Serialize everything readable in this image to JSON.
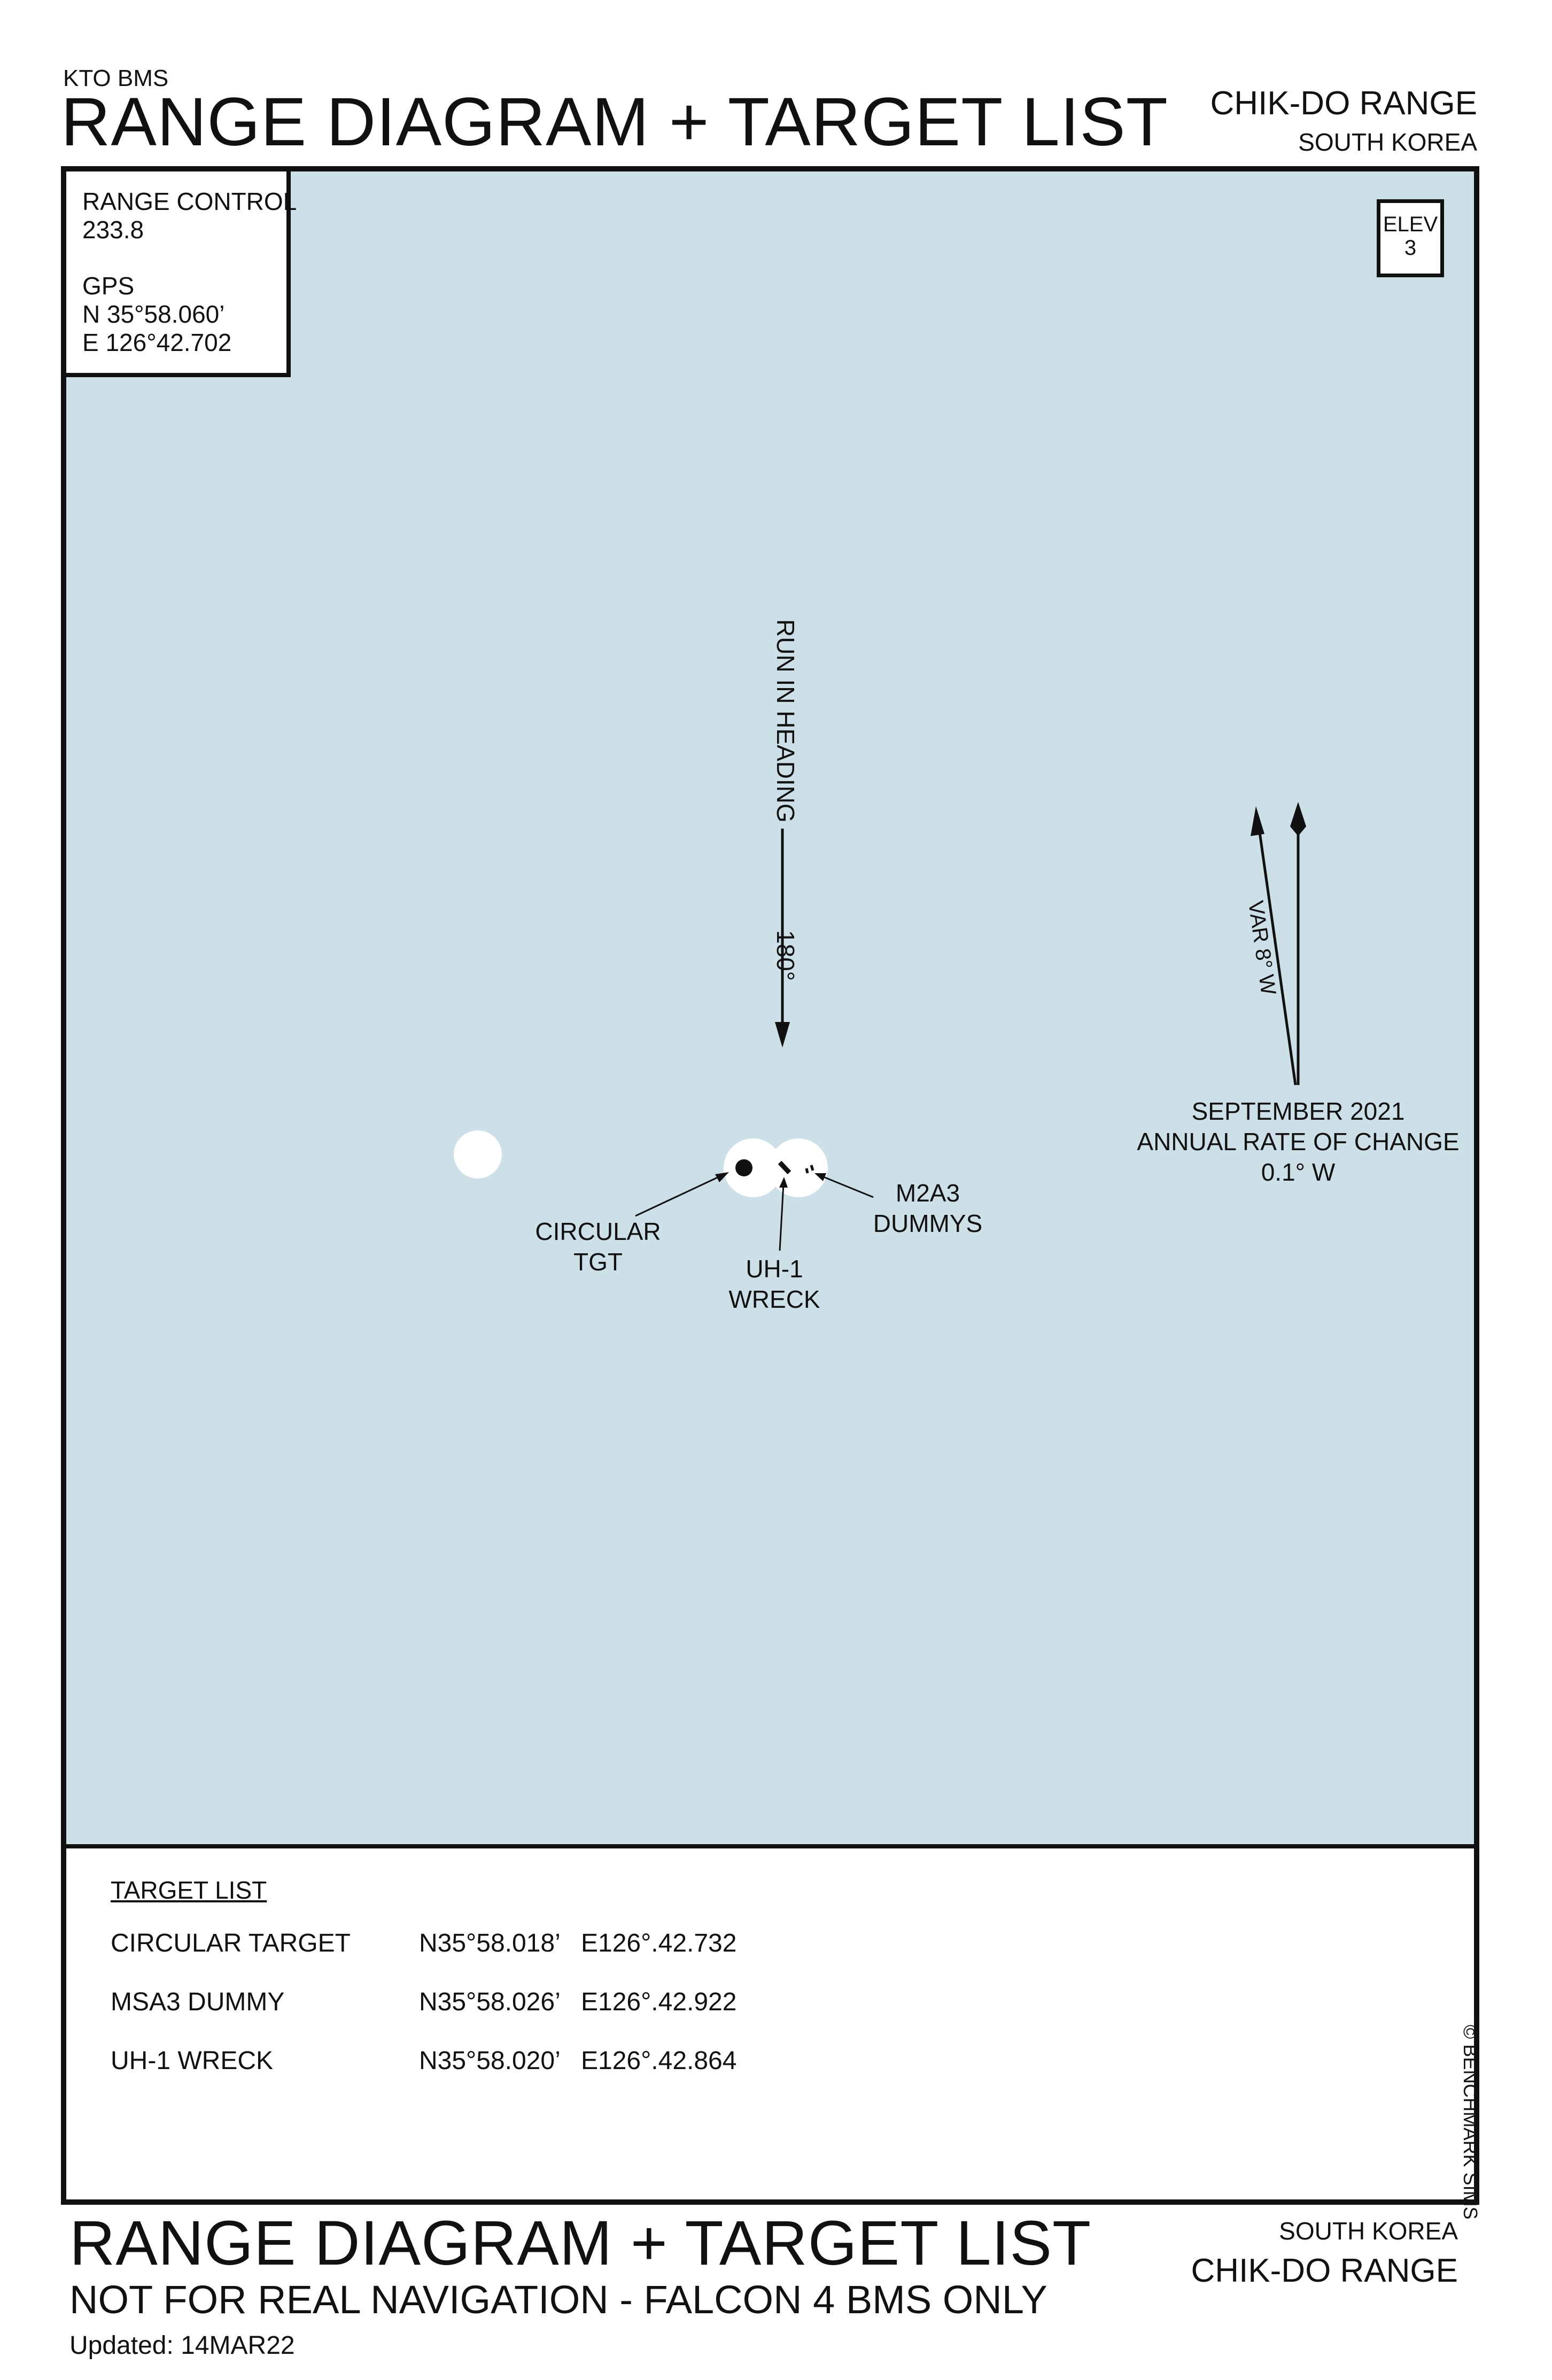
{
  "header": {
    "organization": "KTO BMS",
    "title": "RANGE DIAGRAM + TARGET LIST",
    "range_name": "CHIK-DO RANGE",
    "country": "SOUTH KOREA"
  },
  "range_control": {
    "label": "RANGE CONTROL",
    "frequency": "233.8",
    "gps_label": "GPS",
    "gps_lat": "N 35°58.060’",
    "gps_lon": "E  126°42.702"
  },
  "elevation": {
    "label": "ELEV",
    "value": "3"
  },
  "run_in": {
    "label": "RUN IN HEADING",
    "heading": "180°"
  },
  "magnetic_variation": {
    "label": "VAR 8° W",
    "variation_deg": 8,
    "date_line": "SEPTEMBER 2021",
    "rate_line": "ANNUAL RATE OF CHANGE",
    "rate_value": "0.1° W"
  },
  "diagram_labels": {
    "circular_tgt_line1": "CIRCULAR",
    "circular_tgt_line2": "TGT",
    "uh1_line1": "UH-1",
    "uh1_line2": "WRECK",
    "m2a3_line1": "M2A3",
    "m2a3_line2": "DUMMYS"
  },
  "target_list": {
    "heading": "TARGET LIST",
    "rows": [
      {
        "name": "CIRCULAR TARGET",
        "lat": "N35°58.018’",
        "lon": "E126°.42.732"
      },
      {
        "name": "MSA3 DUMMY",
        "lat": "N35°58.026’",
        "lon": "E126°.42.922"
      },
      {
        "name": "UH-1 WRECK",
        "lat": "N35°58.020’",
        "lon": "E126°.42.864"
      }
    ]
  },
  "copyright": "© BENCHMARK SIMS",
  "footer": {
    "title": "RANGE DIAGRAM + TARGET LIST",
    "disclaimer": "NOT FOR REAL NAVIGATION - FALCON 4 BMS ONLY",
    "updated": "Updated: 14MAR22",
    "country": "SOUTH KOREA",
    "range_name": "CHIK-DO RANGE"
  },
  "colors": {
    "water": "#cde0e8",
    "ink": "#111111",
    "land": "#ffffff"
  }
}
